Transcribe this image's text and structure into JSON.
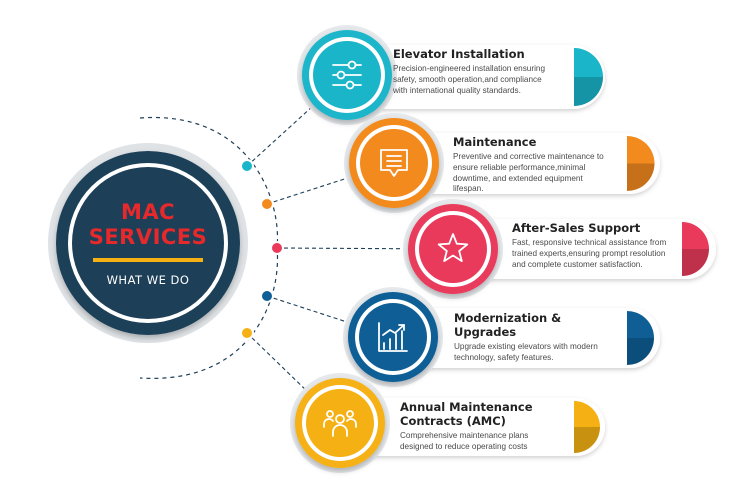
{
  "hub": {
    "title_line1": "MAC",
    "title_line2": "SERVICES",
    "subtitle": "WHAT WE DO"
  },
  "colors": {
    "navy": "#1d3f58",
    "red": "#e8292b",
    "cyan": "#1ab5c9",
    "orange": "#f28a1e",
    "pink": "#e93a5c",
    "blue": "#0f5f96",
    "yellow": "#f5b114"
  },
  "services": [
    {
      "title": "Elevator Installation",
      "description": "Precision-engineered installation ensuring safety, smooth operation,and compliance with international quality standards.",
      "color": "#1ab5c9",
      "icon": "sliders-icon"
    },
    {
      "title": "Maintenance",
      "description": "Preventive and corrective maintenance to ensure reliable performance,minimal downtime, and extended equipment lifespan.",
      "color": "#f28a1e",
      "icon": "message-icon"
    },
    {
      "title": "After-Sales Support",
      "description": "Fast, responsive technical assistance from trained experts,ensuring prompt resolution and complete customer satisfaction.",
      "color": "#e93a5c",
      "icon": "star-icon"
    },
    {
      "title": "Modernization & Upgrades",
      "description": "Upgrade existing elevators with modern technology, safety features.",
      "color": "#0f5f96",
      "icon": "bar-chart-icon"
    },
    {
      "title": "Annual Maintenance Contracts (AMC)",
      "description": "Comprehensive maintenance plans designed to reduce operating costs",
      "color": "#f5b114",
      "icon": "team-icon"
    }
  ]
}
